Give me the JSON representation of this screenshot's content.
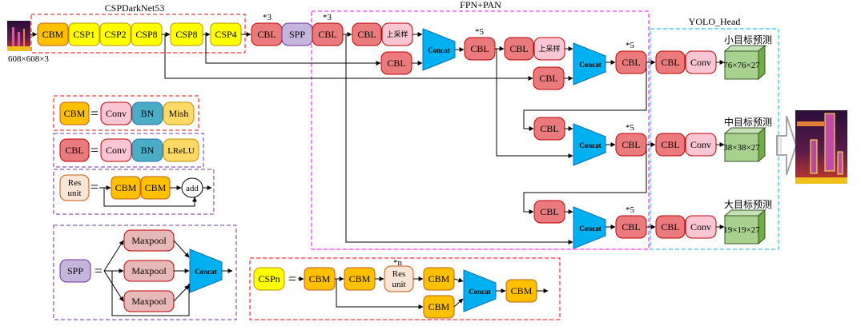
{
  "titles": {
    "backbone": "CSPDarkNet53",
    "neck": "FPN+PAN",
    "head": "YOLO_Head"
  },
  "input_size": "608×608×3",
  "labels": {
    "cbm": "CBM",
    "cbl": "CBL",
    "conv": "Conv",
    "bn": "BN",
    "mish": "Mish",
    "lrelu": "LReLU",
    "res": "Res",
    "unit": "unit",
    "add": "add",
    "spp": "SPP",
    "maxpool": "Maxpool",
    "concat": "Concat",
    "cspn": "CSPn",
    "csp1": "CSP1",
    "csp2": "CSP2",
    "csp8": "CSP8",
    "csp4": "CSP4",
    "upsample": "上采样",
    "equals": "="
  },
  "multipliers": {
    "x3": "*3",
    "x5": "*5",
    "xn": "*n"
  },
  "outputs": {
    "small": {
      "title": "小目标预测",
      "shape": "76×76×27"
    },
    "medium": {
      "title": "中目标预测",
      "shape": "38×38×27"
    },
    "large": {
      "title": "大目标预测",
      "shape": "19×19×27"
    }
  },
  "colors": {
    "cbm": "#FFC000",
    "csp": "#FFFF00",
    "cbl": "#EB7A7D",
    "spp": "#C4B5DC",
    "conv": "#FBC6D4",
    "bn": "#4BACC6",
    "mish": "#FFD966",
    "res": "#FBE5D6",
    "maxpool": "#E6B8B7",
    "concat": "#00B0F0",
    "out": "#A9D18E",
    "red_dash": "#FF0000",
    "magenta_dash": "#FF00FF",
    "cyan_dash": "#00B0F0",
    "purple_dash": "#7030A0"
  }
}
